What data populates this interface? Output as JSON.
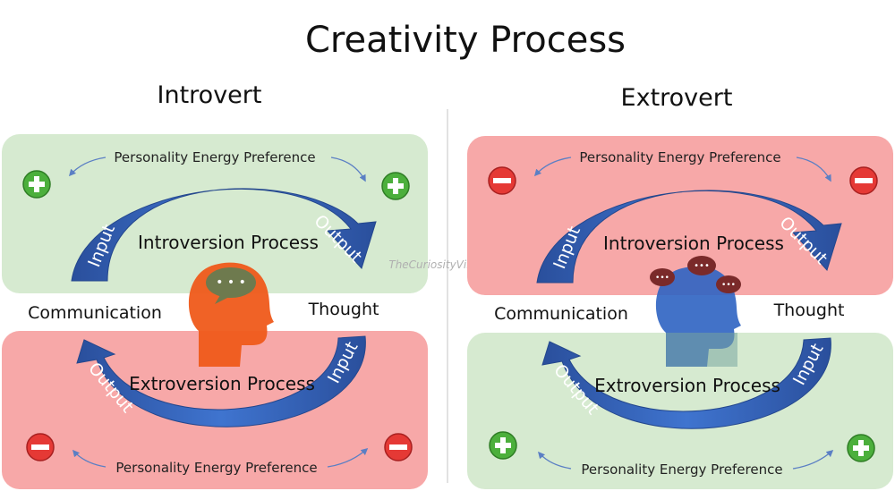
{
  "title": "Creativity Process",
  "watermark": "TheCuriosityVine.com",
  "introvert": {
    "heading": "Introvert",
    "top_energy": "Personality Energy Preference",
    "top_process": "Introversion Process",
    "top_input": "Input",
    "top_output": "Output",
    "communication": "Communication",
    "thought": "Thought",
    "bottom_process": "Extroversion Process",
    "bottom_input": "Input",
    "bottom_output": "Output",
    "bottom_energy": "Personality Energy Preference",
    "top_sign": "plus",
    "bottom_sign": "minus"
  },
  "extrovert": {
    "heading": "Extrovert",
    "top_energy": "Personality Energy Preference",
    "top_process": "Introversion Process",
    "top_input": "Input",
    "top_output": "Output",
    "communication": "Communication",
    "thought": "Thought",
    "bottom_process": "Extroversion Process",
    "bottom_input": "Input",
    "bottom_output": "Output",
    "bottom_energy": "Personality Energy Preference",
    "top_sign": "minus",
    "bottom_sign": "plus"
  },
  "colors": {
    "green_panel": "#d6ead0",
    "red_panel": "#f7a8a8",
    "arrow_blue": "#2f5fb5",
    "plus_green": "#4caf3c",
    "minus_red": "#e53935",
    "head_orange": "#ef5a1a",
    "head_blue": "#2e63c2",
    "bubble_dark": "#7a2a2a"
  }
}
